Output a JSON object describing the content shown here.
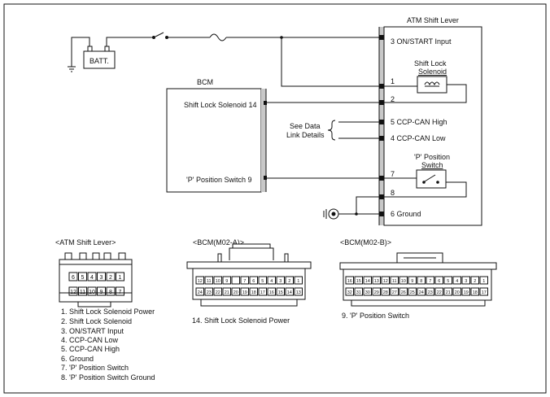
{
  "labels": {
    "atm_title": "ATM Shift Lever",
    "bcm_title": "BCM",
    "battery": "BATT.",
    "sls_line1": "Shift Lock",
    "sls_line2": "Solenoid",
    "pps_line1": "'P' Position",
    "pps_line2": "Switch",
    "see_data_1": "See Data",
    "see_data_2": "Link Details"
  },
  "bcm_pins": [
    {
      "text": "Shift Lock Solenoid 14"
    },
    {
      "text": "'P' Position Switch 9"
    }
  ],
  "atm_pins": [
    {
      "text": "3 ON/START Input"
    },
    {
      "text": "1"
    },
    {
      "text": "2"
    },
    {
      "text": "5 CCP-CAN High"
    },
    {
      "text": "4 CCP-CAN Low"
    },
    {
      "text": "7"
    },
    {
      "text": "8"
    },
    {
      "text": "6 Ground"
    }
  ],
  "connectors": {
    "atm": {
      "title": "<ATM Shift Lever>",
      "top_row": [
        "6",
        "5",
        "4",
        "3",
        "2",
        "1"
      ],
      "bottom_row": [
        "12",
        "11",
        "10",
        "9",
        "8",
        "7"
      ]
    },
    "bcm_a": {
      "title": "<BCM(M02-A)>",
      "top_row": [
        "12",
        "11",
        "10",
        "9",
        "",
        "7",
        "6",
        "5",
        "4",
        "3",
        "2",
        "1"
      ],
      "bottom_row": [
        "24",
        "23",
        "22",
        "21",
        "20",
        "19",
        "18",
        "17",
        "16",
        "15",
        "14",
        "13"
      ]
    },
    "bcm_b": {
      "title": "<BCM(M02-B)>",
      "top_row": [
        "16",
        "15",
        "14",
        "13",
        "12",
        "11",
        "10",
        "9",
        "8",
        "7",
        "6",
        "5",
        "4",
        "3",
        "2",
        "1"
      ],
      "bottom_row": [
        "32",
        "31",
        "30",
        "29",
        "28",
        "27",
        "26",
        "25",
        "24",
        "23",
        "22",
        "21",
        "20",
        "19",
        "18",
        "17"
      ]
    }
  },
  "legend": {
    "atm": [
      "1. Shift Lock Solenoid Power",
      "2. Shift Lock Solenoid",
      "3. ON/START Input",
      "4. CCP-CAN Low",
      "5. CCP-CAN High",
      "6. Ground",
      "7. 'P' Position Switch",
      "8. 'P' Position Switch Ground"
    ],
    "bcm_a": "14. Shift Lock Solenoid Power",
    "bcm_b": "9. 'P' Position Switch"
  }
}
